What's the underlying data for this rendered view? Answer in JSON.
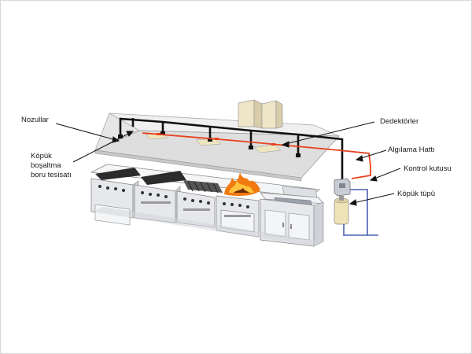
{
  "diagram": {
    "labels": {
      "nozzles": "Nozullar",
      "foam_pipe_line1": "Köpük",
      "foam_pipe_line2": "boşaltma",
      "foam_pipe_line3": "boru tesisatı",
      "detectors": "Dedektörler",
      "detection_line": "Algılama Hattı",
      "control_box": "Kontrol kutusu",
      "foam_tube": "Köpük tüpü"
    },
    "colors": {
      "detection_line": "#e8401c",
      "pipe": "#111111",
      "hood": "#e2e2e2",
      "appliance": "#e6e8ec",
      "blue_pipe": "#4a5fb0",
      "fire": "#f07a10"
    }
  }
}
